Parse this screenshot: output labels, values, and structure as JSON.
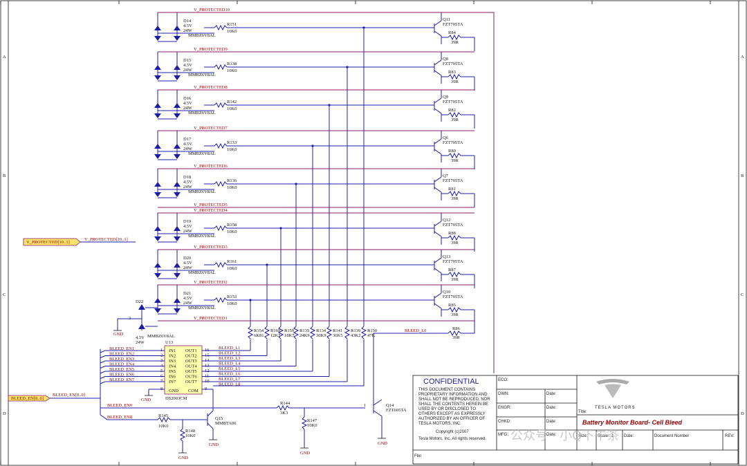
{
  "border": {
    "rows": [
      "A",
      "B",
      "C",
      "D"
    ]
  },
  "net_prefix": "V_PROTECTED",
  "bus_label": "V_PROTECTED[10..1]",
  "bleed_bus_label": "BLEED_EN[8..0]",
  "bleed_bus_net": "BLEED_EN[8..0]",
  "channels": [
    {
      "net": "V_PROTECTED10",
      "diode": "D14",
      "v": "4.5V",
      "p": "24W",
      "part": "MMBZ6V8AL",
      "res": "R151",
      "resv": "10K0",
      "q": "Q11",
      "qpart": "FZT705TA",
      "rb": "R84",
      "rbv": "39R"
    },
    {
      "net": "V_PROTECTED9",
      "diode": "D15",
      "v": "4.5V",
      "p": "24W",
      "part": "MMBZ6V8AL",
      "res": "R138",
      "resv": "10K0",
      "q": "Q8",
      "qpart": "FZT705TA",
      "rb": "R83",
      "rbv": "39R"
    },
    {
      "net": "V_PROTECTED8",
      "diode": "D16",
      "v": "4.5V",
      "p": "24W",
      "part": "MMBZ6V8AL",
      "res": "R142",
      "resv": "10K0",
      "q": "Q9",
      "qpart": "FZT705TA",
      "rb": "R82",
      "rbv": "39R"
    },
    {
      "net": "V_PROTECTED7",
      "diode": "D17",
      "v": "4.5V",
      "p": "24W",
      "part": "MMBZ6V8AL",
      "res": "R133",
      "resv": "10K0",
      "q": "Q6",
      "qpart": "FZT705TA",
      "rb": "R80",
      "rbv": "39R"
    },
    {
      "net": "V_PROTECTED6",
      "diode": "D18",
      "v": "4.5V",
      "p": "24W",
      "part": "MMBZ6V8AL",
      "res": "R136",
      "resv": "10K0",
      "q": "Q7",
      "qpart": "FZT705TA",
      "rb": "R81",
      "rbv": "39R"
    },
    {
      "net": "V_PROTECTED4",
      "diode": "D19",
      "v": "4.5V",
      "p": "24W",
      "part": "MMBZ6V8AL",
      "res": "R158",
      "resv": "10K0",
      "q": "Q12",
      "qpart": "FZT705TA",
      "rb": "R88",
      "rbv": "39R"
    },
    {
      "net": "V_PROTECTED3",
      "diode": "D20",
      "v": "4.5V",
      "p": "24W",
      "part": "MMBZ6V8AL",
      "res": "R161",
      "resv": "10K0",
      "q": "Q13",
      "qpart": "FZT705TA",
      "rb": "R87",
      "rbv": "39R"
    },
    {
      "net": "V_PROTECTED2",
      "diode": "D21",
      "v": "4.5V",
      "p": "24W",
      "part": "MMBZ6V8AL",
      "res": "R153",
      "resv": "10K0",
      "q": "Q10",
      "qpart": "FZT705TA",
      "rb": "R85",
      "rbv": "39R"
    }
  ],
  "net_v5": "V_PROTECTED5",
  "net_v1": "V_PROTECTED1",
  "d22": {
    "ref": "D22",
    "v": "4.5V",
    "p": "24W",
    "part": "MMBZ6V8AL"
  },
  "r86": {
    "ref": "R86",
    "val": "39R"
  },
  "bleed_l0": "BLEED_L0",
  "pulldowns": [
    {
      "ref": "R154",
      "val": "6K81"
    },
    {
      "ref": "R160",
      "val": "12K7"
    },
    {
      "ref": "R159",
      "val": "18K7"
    },
    {
      "ref": "R135",
      "val": "24K9"
    },
    {
      "ref": "R134",
      "val": "30K9"
    },
    {
      "ref": "R141",
      "val": "36K5"
    },
    {
      "ref": "R139",
      "val": "43K2"
    },
    {
      "ref": "R150",
      "val": "47K"
    }
  ],
  "u13": {
    "ref": "U13",
    "part": "DS2003CM",
    "inputs": [
      "IN1",
      "IN2",
      "IN3",
      "IN4",
      "IN5",
      "IN6",
      "IN7"
    ],
    "outputs": [
      "OUT1",
      "OUT2",
      "OUT3",
      "OUT4",
      "OUT5",
      "OUT6",
      "OUT7"
    ],
    "in_pins": [
      "1",
      "2",
      "3",
      "4",
      "5",
      "6",
      "7"
    ],
    "out_pins": [
      "16",
      "15",
      "14",
      "13",
      "12",
      "11",
      "10"
    ],
    "gnd": "GND",
    "com": "COM",
    "gnd_pin": "8",
    "com_pin": "9"
  },
  "bleed_en": [
    "BLEED_EN1",
    "BLEED_EN2",
    "BLEED_EN3",
    "BLEED_EN4",
    "BLEED_EN5",
    "BLEED_EN6",
    "BLEED_EN7"
  ],
  "bleed_l": [
    "BLEED_L1",
    "BLEED_L2",
    "BLEED_L3",
    "BLEED_L4",
    "BLEED_L5",
    "BLEED_L6",
    "BLEED_L7",
    "BLEED_L8"
  ],
  "bleed_en0": "BLEED_EN0",
  "bleed_en8": "BLEED_EN8",
  "r145": {
    "ref": "R145",
    "val": "10K0"
  },
  "r148": {
    "ref": "R148",
    "val": "10K0"
  },
  "q15": {
    "ref": "Q15",
    "part": "MMBTA06"
  },
  "r144": {
    "ref": "R144",
    "val": "3K3"
  },
  "r147": {
    "ref": "R147",
    "val": "10K0"
  },
  "q14": {
    "ref": "Q14",
    "part": "FZT605TA",
    "pin": "1"
  },
  "gnd": "GND",
  "title_block": {
    "confidential": "CONFIDENTIAL",
    "notice": [
      "THIS DOCUMENT CONTAINS",
      "PROPRIETARY INFORMATION AND",
      "SHALL NOT BE REPRODUCED, NOR",
      "SHALL THE CONTENTS HEREIN BE",
      "USED BY OR DISCLOSED TO",
      "OTHERS EXCEPT AS EXPRESSLY",
      "AUTHORIZED BY AN OFFICER OF",
      "TESLA MOTORS, INC."
    ],
    "copyright": "Copyright (c)2007",
    "rights": "Tesla Motors, Inc. All rights reserved.",
    "eco": "ECO:",
    "dwn": "DWN:",
    "engr": "ENGR:",
    "chkd": "CHKD:",
    "mfg": "MFG:",
    "date": "Date:",
    "title_label": "Title:",
    "title": "Battery Monitor Board- Cell Bleed",
    "size": "Size:",
    "scale": "Scale:",
    "scale_val": "1",
    "date2": "Date:",
    "doc": "Document Number",
    "rev": "REV:",
    "file": "File:",
    "logo_text": "TESLA MOTORS"
  },
  "watermark": "公众号 · 小Q下午茶"
}
